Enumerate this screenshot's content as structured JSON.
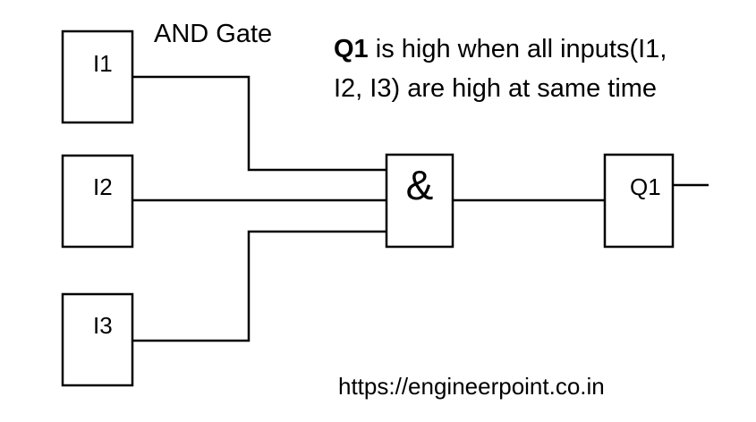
{
  "title": "AND Gate",
  "description": {
    "bold": "Q1",
    "line1_rest": " is high when all inputs(I1,",
    "line2": "I2, I3) are high at same time"
  },
  "inputs": [
    "I1",
    "I2",
    "I3"
  ],
  "gate": {
    "symbol": "&"
  },
  "output": {
    "label": "Q1"
  },
  "url": "https://engineerpoint.co.in"
}
